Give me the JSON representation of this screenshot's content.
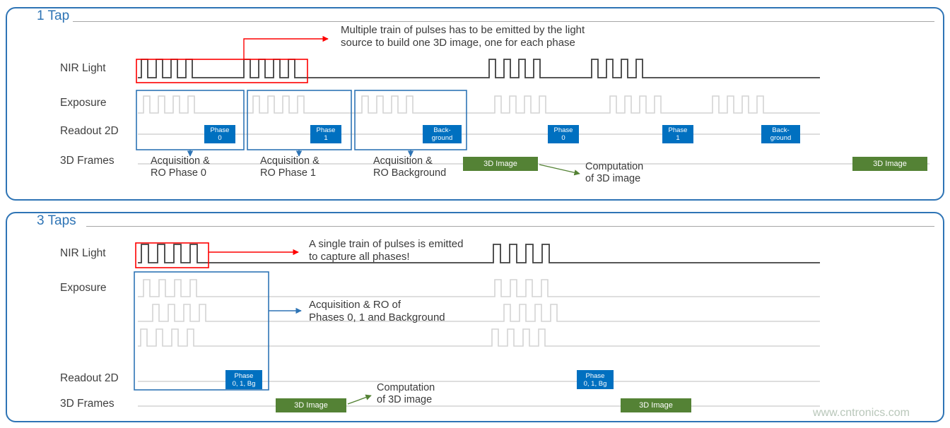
{
  "watermark": "www.cntronics.com",
  "colors": {
    "accent_blue": "#2e74b5",
    "badge_blue": "#0070c0",
    "badge_green": "#548235",
    "alert_red": "#fe0000",
    "waveform_dark": "#3f3f3f",
    "waveform_light": "#d4d4d4",
    "text_dark": "#3f3f3f",
    "watermark_color": "#b9c7ba"
  },
  "panel1": {
    "title": "1 Tap",
    "row_labels": {
      "nir": "NIR Light",
      "exposure": "Exposure",
      "readout": "Readout 2D",
      "frames": "3D Frames"
    },
    "annotation_pulses": "Multiple train of pulses has to be emitted by the light\nsource to build one 3D image, one for each phase",
    "readout_badges": [
      {
        "line1": "Phase",
        "line2": "0"
      },
      {
        "line1": "Phase",
        "line2": "1"
      },
      {
        "line1": "Back-",
        "line2": "ground"
      },
      {
        "line1": "Phase",
        "line2": "0"
      },
      {
        "line1": "Phase",
        "line2": "1"
      },
      {
        "line1": "Back-",
        "line2": "ground"
      }
    ],
    "acquisition_labels": [
      "Acquisition &\nRO Phase 0",
      "Acquisition &\nRO Phase 1",
      "Acquisition &\nRO Background"
    ],
    "frame_badges": [
      "3D Image",
      "3D Image"
    ],
    "computation_label": "Computation\nof 3D image"
  },
  "panel2": {
    "title": "3 Taps",
    "row_labels": {
      "nir": "NIR Light",
      "exposure": "Exposure",
      "readout": "Readout 2D",
      "frames": "3D Frames"
    },
    "annotation_pulses": "A single train of pulses is emitted\nto capture all phases!",
    "annotation_acquisition": "Acquisition & RO of\nPhases 0, 1 and Background",
    "readout_badges": [
      {
        "line1": "Phase",
        "line2": "0, 1, Bg"
      },
      {
        "line1": "Phase",
        "line2": "0, 1, Bg"
      }
    ],
    "frame_badges": [
      "3D Image",
      "3D Image"
    ],
    "computation_label": "Computation\nof 3D image"
  }
}
